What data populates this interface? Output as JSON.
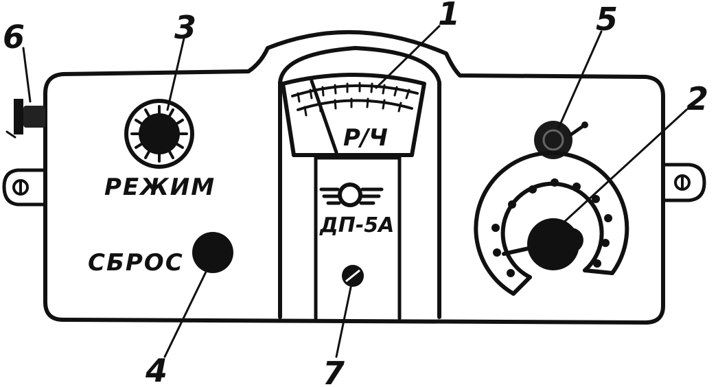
{
  "labels": {
    "mode": "РЕЖИМ",
    "reset": "СБРОС",
    "meter_unit": "Р/Ч",
    "model": "ДП-5А"
  },
  "callouts": {
    "meter": "1",
    "range_switch": "2",
    "mode_knob": "3",
    "reset_button": "4",
    "indicator_lamp": "5",
    "connector": "6",
    "adjust_screw": "7"
  },
  "colors": {
    "ink": "#111111",
    "paper": "#ffffff"
  }
}
